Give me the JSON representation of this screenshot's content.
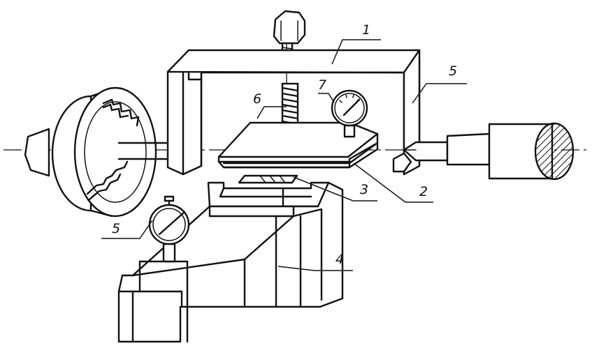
{
  "figure": {
    "labels": {
      "frame": "1",
      "plate_stack": "2",
      "support_pad": "3",
      "base_block": "4",
      "frame_side": "5",
      "lower_indicator": "5",
      "screw": "6",
      "upper_indicator": "7"
    }
  }
}
